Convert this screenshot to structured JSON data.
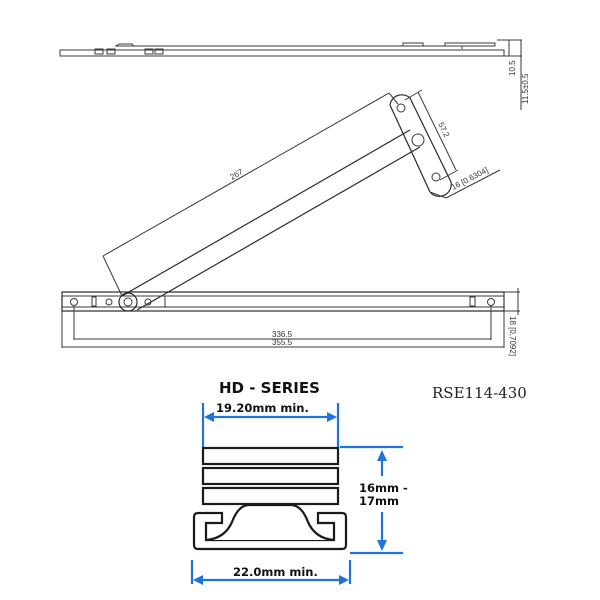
{
  "model_number": "RSE114-430",
  "technical_drawing": {
    "side_view": {
      "thickness_dim": "10.5",
      "thickness_tolerance_dim": "11.5±0.5"
    },
    "arm": {
      "length_dim": "267",
      "hole_spacing_dim": "57.2",
      "width_dim": "16 [0.6304]"
    },
    "track": {
      "hole_spacing_dim": "336.5",
      "overall_length_dim": "355.5",
      "width_dim": "18 [0.7092]"
    }
  },
  "hd_series": {
    "title": "HD - SERIES",
    "top_width_label": "19.20mm min.",
    "height_label_line1": "16mm -",
    "height_label_line2": "17mm",
    "bottom_width_label": "22.0mm min.",
    "accent_color": "#1e73e0"
  }
}
